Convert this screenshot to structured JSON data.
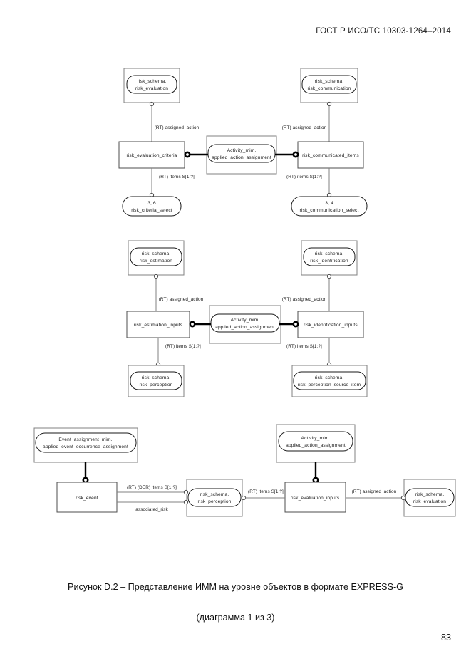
{
  "document": {
    "header": "ГОСТ Р ИСО/ТС 10303-1264–2014",
    "page_number": "83",
    "caption_line1": "Рисунок D.2 – Представление ИММ на уровне объектов в формате EXPRESS-G",
    "caption_line2": "(диаграмма 1 из 3)"
  },
  "diagram": {
    "type": "EXPRESS-G object level diagram",
    "groups": [
      {
        "id": "group-1",
        "nodes": {
          "top_left_schema_line1": "risk_schema.",
          "top_left_schema_line2": "risk_evaluation",
          "top_right_schema_line1": "risk_schema.",
          "top_right_schema_line2": "risk_communication",
          "left_entity": "risk_evaluation_criteria",
          "center_schema_line1": "Activity_mim.",
          "center_schema_line2": "applied_action_assignment",
          "right_entity": "risk_communicated_items",
          "bottom_left_select_line1": "3, 6",
          "bottom_left_select_line2": "risk_criteria_select",
          "bottom_right_select_line1": "3, 4",
          "bottom_right_select_line2": "risk_communication_select"
        },
        "edges": {
          "left_assigned_action": "(RT) assigned_action",
          "right_assigned_action": "(RT) assigned_action",
          "left_items": "(RT) items S[1:?]",
          "right_items": "(RT) items S[1:?]"
        }
      },
      {
        "id": "group-2",
        "nodes": {
          "top_left_schema_line1": "risk_schema.",
          "top_left_schema_line2": "risk_estimation",
          "top_right_schema_line1": "risk_schema.",
          "top_right_schema_line2": "risk_identification",
          "left_entity": "risk_estimation_inputs",
          "center_schema_line1": "Activity_mim.",
          "center_schema_line2": "applied_action_assignment",
          "right_entity": "risk_identification_inputs",
          "bottom_left_schema_line1": "risk_schema.",
          "bottom_left_schema_line2": "risk_perception",
          "bottom_right_schema_line1": "risk_schema.",
          "bottom_right_schema_line2": "risk_perception_source_item"
        },
        "edges": {
          "left_assigned_action": "(RT) assigned_action",
          "right_assigned_action": "(RT) assigned_action",
          "left_items": "(RT) items S[1:?]",
          "right_items": "(RT) items S[1:?]"
        }
      },
      {
        "id": "group-3",
        "nodes": {
          "event_schema_line1": "Event_assignment_mim.",
          "event_schema_line2": "applied_event_occurrence_assignment",
          "activity_schema_line1": "Activity_mim.",
          "activity_schema_line2": "applied_action_assignment",
          "risk_event_entity": "risk_event",
          "risk_perception_line1": "risk_schema.",
          "risk_perception_line2": "risk_perception",
          "risk_evaluation_inputs_entity": "risk_evaluation_inputs",
          "risk_evaluation_line1": "risk_schema.",
          "risk_evaluation_line2": "risk_evaluation"
        },
        "edges": {
          "der_items": "(RT) (DER) items S[1:?]",
          "associated_risk": "associated_risk",
          "perception_items": "(RT) items S[1:?]",
          "evaluation_assigned_action": "(RT) assigned_action"
        }
      }
    ]
  },
  "colors": {
    "ink": "#1a1a1a",
    "thin_line": "#808080",
    "thick_line": "#000000",
    "paper": "#ffffff"
  }
}
